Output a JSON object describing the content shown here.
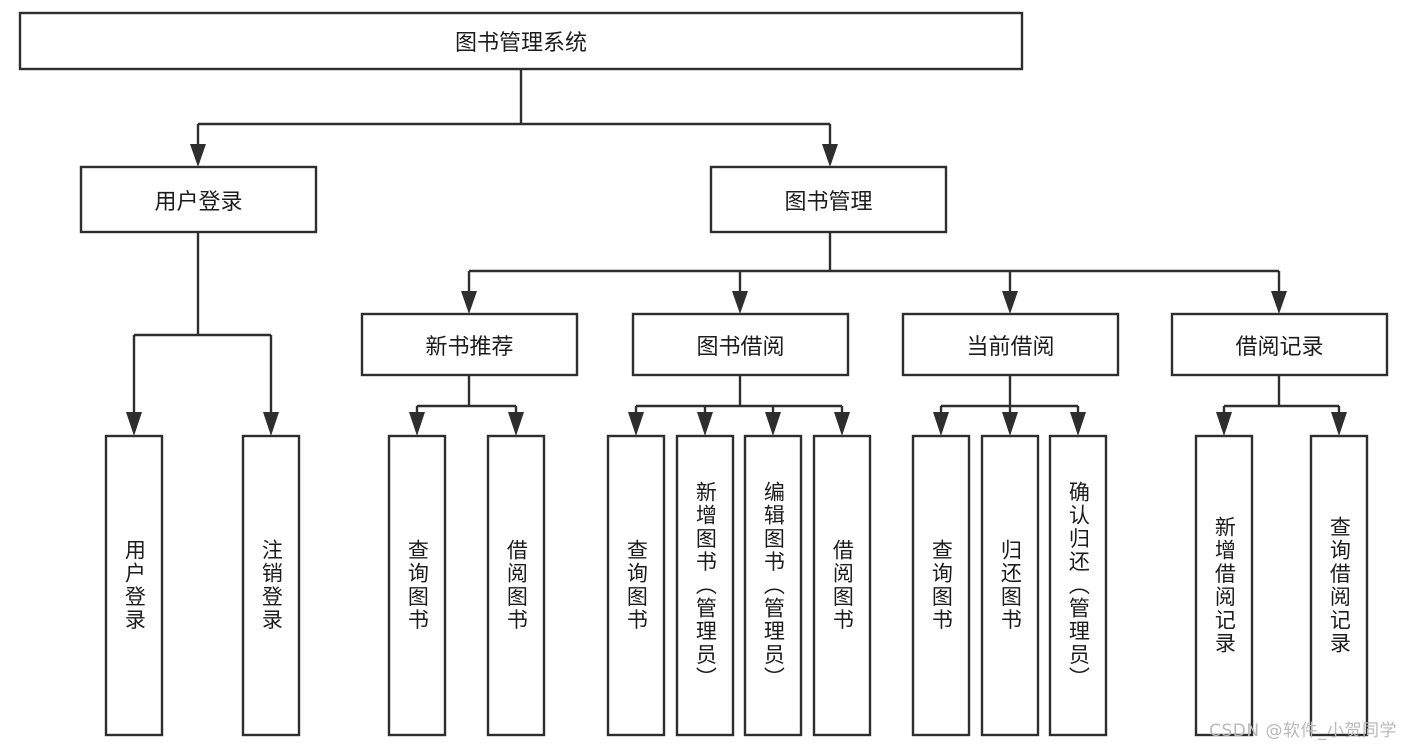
{
  "diagram": {
    "type": "tree",
    "title": "图书管理系统",
    "watermark": "CSDN @软件_小贺同学",
    "root": {
      "id": "root",
      "label": "图书管理系统"
    },
    "level2": [
      {
        "id": "user-login",
        "label": "用户登录"
      },
      {
        "id": "book-management",
        "label": "图书管理"
      }
    ],
    "level3": [
      {
        "id": "new-book-recommend",
        "label": "新书推荐",
        "parent": "book-management"
      },
      {
        "id": "book-borrow",
        "label": "图书借阅",
        "parent": "book-management"
      },
      {
        "id": "current-borrow",
        "label": "当前借阅",
        "parent": "book-management"
      },
      {
        "id": "borrow-record",
        "label": "借阅记录",
        "parent": "book-management"
      }
    ],
    "leaves": [
      {
        "id": "leaf-user-login",
        "label": "用户登录",
        "parent": "user-login"
      },
      {
        "id": "leaf-logout-login",
        "label": "注销登录",
        "parent": "user-login"
      },
      {
        "id": "leaf-query-book-1",
        "label": "查询图书",
        "parent": "new-book-recommend"
      },
      {
        "id": "leaf-borrow-book-1",
        "label": "借阅图书",
        "parent": "new-book-recommend"
      },
      {
        "id": "leaf-query-book-2",
        "label": "查询图书",
        "parent": "book-borrow"
      },
      {
        "id": "leaf-add-book",
        "label": "新增图书（管理员）",
        "parent": "book-borrow"
      },
      {
        "id": "leaf-edit-book",
        "label": "编辑图书（管理员）",
        "parent": "book-borrow"
      },
      {
        "id": "leaf-borrow-book-2",
        "label": "借阅图书",
        "parent": "book-borrow"
      },
      {
        "id": "leaf-query-book-3",
        "label": "查询图书",
        "parent": "current-borrow"
      },
      {
        "id": "leaf-return-book",
        "label": "归还图书",
        "parent": "current-borrow"
      },
      {
        "id": "leaf-confirm-return",
        "label": "确认归还（管理员）",
        "parent": "current-borrow"
      },
      {
        "id": "leaf-add-record",
        "label": "新增借阅记录",
        "parent": "borrow-record"
      },
      {
        "id": "leaf-query-record",
        "label": "查询借阅记录",
        "parent": "borrow-record"
      }
    ],
    "colors": {
      "stroke": "#2e2e2e",
      "fill": "#ffffff",
      "text": "#1c1c1c",
      "watermark": "#b9b9b9"
    }
  }
}
